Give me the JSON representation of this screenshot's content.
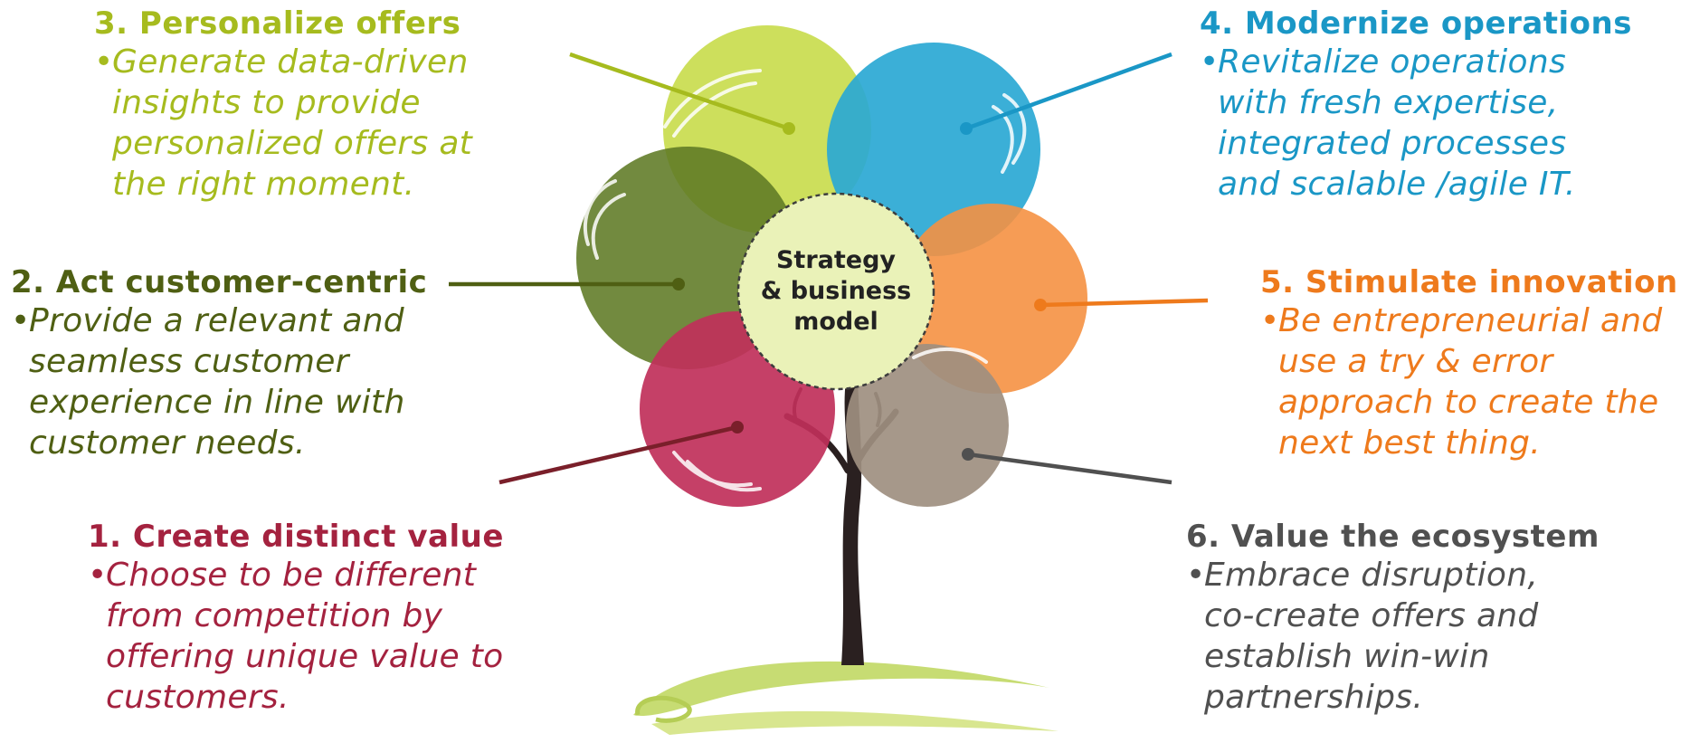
{
  "center": {
    "lines": [
      "Strategy",
      "& business",
      "model"
    ]
  },
  "items": [
    {
      "title": "1. Create distinct value",
      "lines": [
        "Choose to be different",
        "from competition by",
        "offering unique value to",
        "customers."
      ],
      "color": "#a4223f"
    },
    {
      "title": "2. Act customer-centric",
      "lines": [
        "Provide a relevant and",
        "seamless customer",
        "experience in line with",
        "customer needs."
      ],
      "color": "#4f5f13"
    },
    {
      "title": "3. Personalize offers",
      "lines": [
        "Generate data-driven",
        "insights to provide",
        "personalized offers at",
        "the right moment."
      ],
      "color": "#a6bb1e"
    },
    {
      "title": "4. Modernize operations",
      "lines": [
        "Revitalize operations",
        "with fresh expertise,",
        "integrated processes",
        "and scalable /agile IT."
      ],
      "color": "#1a97c6"
    },
    {
      "title": "5. Stimulate innovation",
      "lines": [
        "Be entrepreneurial and",
        "use a try & error",
        "approach to create the",
        "next best thing."
      ],
      "color": "#ee7a1c"
    },
    {
      "title": "6. Value the ecosystem",
      "lines": [
        "Embrace disruption,",
        "co-create offers and",
        "establish win-win",
        "partnerships."
      ],
      "color": "#505050"
    }
  ],
  "colors": {
    "light_green": "#c9dc4e",
    "blue": "#2aa8d4",
    "olive": "#5f7a24",
    "orange": "#f59142",
    "crimson": "#c0305a",
    "taupe": "#9e8f80",
    "trunk": "#2a2020",
    "grass": "#c7dc73",
    "center_fill": "#eaf2b8"
  }
}
